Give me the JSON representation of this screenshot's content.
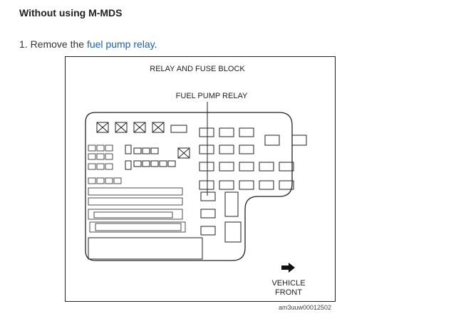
{
  "section": {
    "heading": "Without using M-MDS"
  },
  "step": {
    "number": "1.",
    "prefix": "Remove the ",
    "link": "fuel pump relay",
    "suffix": "."
  },
  "figure": {
    "title": "RELAY AND FUSE BLOCK",
    "callout": "FUEL PUMP RELAY",
    "arrow_icon": "right-arrow-icon",
    "direction_line1": "VEHICLE",
    "direction_line2": "FRONT",
    "id": "am3uuw00012502"
  },
  "colors": {
    "link": "#1f5fa8",
    "text": "#333333",
    "line": "#222222"
  }
}
